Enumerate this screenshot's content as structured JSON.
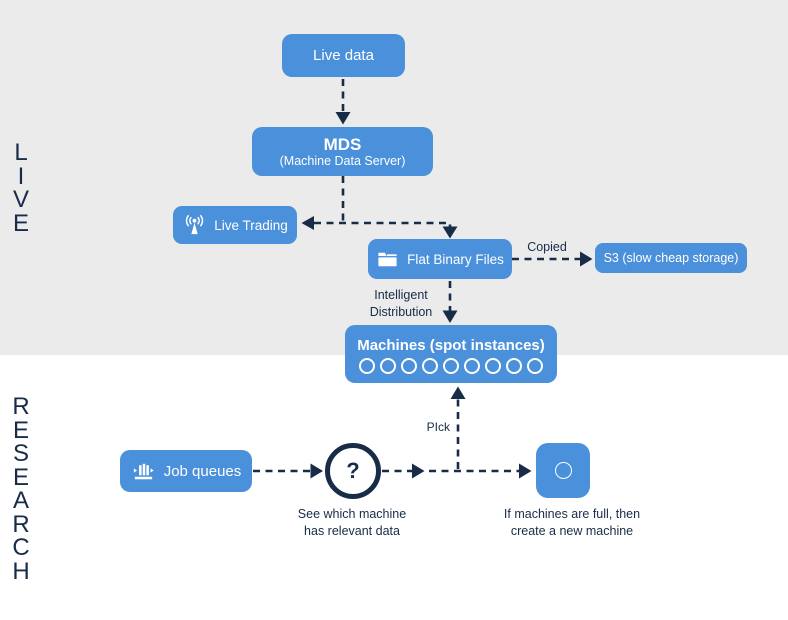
{
  "colors": {
    "band_gray": "#ebebeb",
    "page_white": "#ffffff",
    "box_blue": "#4a90da",
    "navy": "#182c47"
  },
  "sections": {
    "live": {
      "label": "LIVE"
    },
    "research": {
      "label": "RESEARCH"
    }
  },
  "nodes": {
    "live_data": {
      "label": "Live data"
    },
    "mds": {
      "title": "MDS",
      "subtitle": "(Machine Data Server)"
    },
    "live_trading": {
      "label": "Live Trading",
      "icon": "antenna-icon"
    },
    "flat_binary_files": {
      "label": "Flat Binary Files",
      "icon": "folder-icon"
    },
    "s3": {
      "label": "S3 (slow cheap storage)"
    },
    "machines": {
      "label": "Machines (spot instances)",
      "instance_count": 9
    },
    "job_queues": {
      "label": "Job queues",
      "icon": "queue-icon"
    },
    "decision": {
      "symbol": "?",
      "caption_line1": "See which machine",
      "caption_line2": "has relevant data"
    },
    "new_machine": {
      "icon": "circle-icon",
      "caption_line1": "If machines are full, then",
      "caption_line2": "create a new machine"
    }
  },
  "edges": {
    "copied_label": "Copied",
    "distribution_label_line1": "Intelligent",
    "distribution_label_line2": "Distribution",
    "pick_label": "PIck"
  }
}
